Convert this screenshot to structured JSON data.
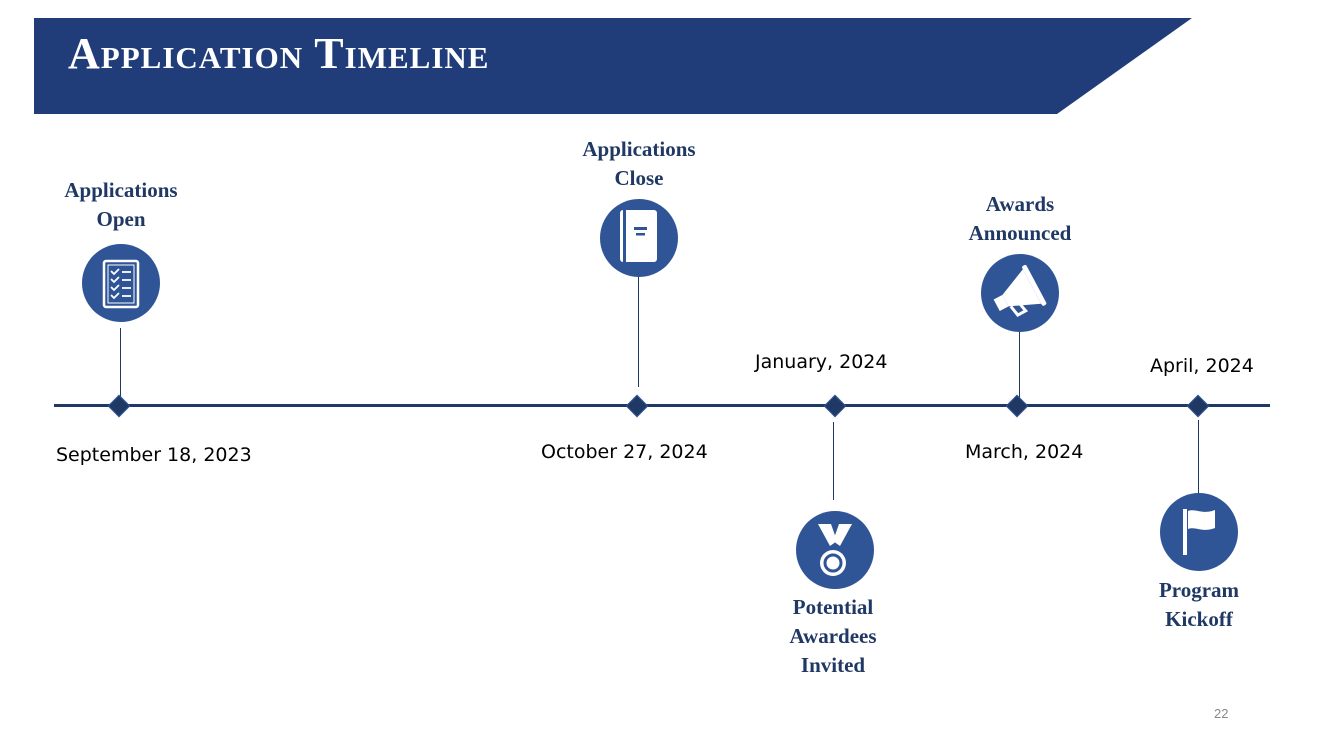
{
  "header": {
    "title": "Application Timeline",
    "banner_color": "#203d7a"
  },
  "timeline": {
    "line_color": "#1f3864",
    "icon_color": "#2f5597",
    "milestones": [
      {
        "label_line1": "Applications",
        "label_line2": "Open",
        "date": "September 18, 2023",
        "icon": "checklist-icon"
      },
      {
        "label_line1": "Applications",
        "label_line2": "Close",
        "date": "October 27, 2024",
        "icon": "notebook-icon"
      },
      {
        "label_line1": "Potential",
        "label_line2": "Awardees",
        "label_line3": "Invited",
        "date": "January, 2024",
        "icon": "medal-icon"
      },
      {
        "label_line1": "Awards",
        "label_line2": "Announced",
        "date": "March, 2024",
        "icon": "megaphone-icon"
      },
      {
        "label_line1": "Program",
        "label_line2": "Kickoff",
        "date": "April, 2024",
        "icon": "flag-icon"
      }
    ]
  },
  "footer": {
    "page_number": "22"
  }
}
